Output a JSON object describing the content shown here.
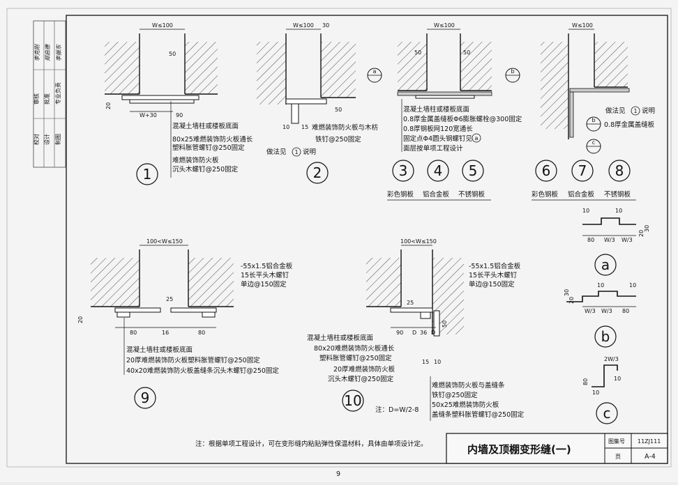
{
  "page_number": "9",
  "title_block": {
    "title": "内墙及顶棚变形缝(一)",
    "atlas_label": "图集号",
    "atlas_value": "11ZJ111",
    "page_label": "页",
    "page_value": "A-4"
  },
  "approval_column": {
    "row1": [
      "校对",
      "设计",
      "制图"
    ],
    "row2": [
      "审核",
      "批准",
      "专业负责"
    ],
    "signatures": [
      "李克刚",
      "郑启德",
      "李振东"
    ]
  },
  "bottom_note": "注：根据单项工程设计，可在变形缝内粘贴弹性保温材料，具体由单项设计定。",
  "details": {
    "d1": {
      "number": "1",
      "dim_top": "W≤100",
      "dim_50": "50",
      "dim_20": "20",
      "dim_w30": "W+30",
      "dim_90": "90",
      "notes": [
        "混凝土墙柱或楼板底面",
        "80x25难燃装饰防火板通长",
        "塑料胀管螺钉@250固定",
        "难燃装饰防火板",
        "沉头木螺钉@250固定"
      ]
    },
    "d2": {
      "number": "2",
      "dim_top": "W≤100",
      "dim_30": "30",
      "dim_50": "50",
      "dim_10": "10",
      "dim_15": "15",
      "notes": [
        "难燃装饰防火板与木枋",
        "铁钉@250固定"
      ],
      "ref": "做法见",
      "ref_mark": "1",
      "ref_tail": "说明"
    },
    "d345": {
      "dim_top": "W≤100",
      "dim_50a": "50",
      "dim_50b": "50",
      "marker_a": "a",
      "marker_b": "b",
      "notes": [
        "混凝土墙柱或楼板底面",
        "0.8厚金属盖缝板Φ6膨胀螺栓@300固定",
        "0.8厚钢板网120宽通长",
        "固定点Φ4圆头钢螺钉见",
        "面层按单项工程设计"
      ],
      "note_mark": "a",
      "numbers": [
        "3",
        "4",
        "5"
      ],
      "labels": [
        "彩色钢板",
        "铝合金板",
        "不锈钢板"
      ]
    },
    "d678": {
      "dim_top": "W≤100",
      "marker_b": "b",
      "marker_c": "c",
      "ref": "做法见",
      "ref_mark": "1",
      "ref_tail": "说明",
      "note": "0.8厚金属盖缝板",
      "numbers": [
        "6",
        "7",
        "8"
      ],
      "labels": [
        "彩色钢板",
        "铝合金板",
        "不锈钢板"
      ]
    },
    "d9": {
      "number": "9",
      "dim_top": "100<W≤150",
      "dim_25": "25",
      "dim_20": "20",
      "dim_80a": "80",
      "dim_16": "16",
      "dim_80b": "80",
      "notes_top": [
        "-55x1.5铝合金板",
        "15长平头木螺钉",
        "单边@150固定"
      ],
      "notes_bottom": [
        "混凝土墙柱或楼板底面",
        "20厚难燃装饰防火板塑料胀管螺钉@250固定",
        "40x20难燃装饰防火板盖缝条沉头木螺钉@250固定"
      ]
    },
    "d10": {
      "number": "10",
      "dim_top": "100<W≤150",
      "dim_25": "25",
      "dim_90": "90",
      "dim_D1": "D",
      "dim_36": "36",
      "dim_D2": "D",
      "dim_15": "15",
      "dim_10": "10",
      "dim_50": "50",
      "notes_top": [
        "-55x1.5铝合金板",
        "15长平头木螺钉",
        "单边@150固定"
      ],
      "notes_left": [
        "混凝土墙柱或楼板底面",
        "80x20难燃装饰防火板通长",
        "塑料胀管螺钉@250固定",
        "20厚难燃装饰防火板",
        "沉头木螺钉@250固定"
      ],
      "notes_right": [
        "难燃装饰防火板与盖缝条",
        "铁钉@250固定",
        "50x25难燃装饰防火板",
        "盖缝条塑料胀管螺钉@250固定"
      ],
      "formula": "注：D=W/2-8"
    },
    "profiles": {
      "a": {
        "label": "a",
        "dims": [
          "10",
          "10",
          "80",
          "W/3",
          "W/3",
          "30",
          "20"
        ]
      },
      "b": {
        "label": "b",
        "dims": [
          "10",
          "10",
          "20",
          "W/3",
          "W/3",
          "80",
          "30"
        ]
      },
      "c": {
        "label": "c",
        "dims": [
          "2W/3",
          "80",
          "10",
          "10"
        ]
      }
    }
  }
}
